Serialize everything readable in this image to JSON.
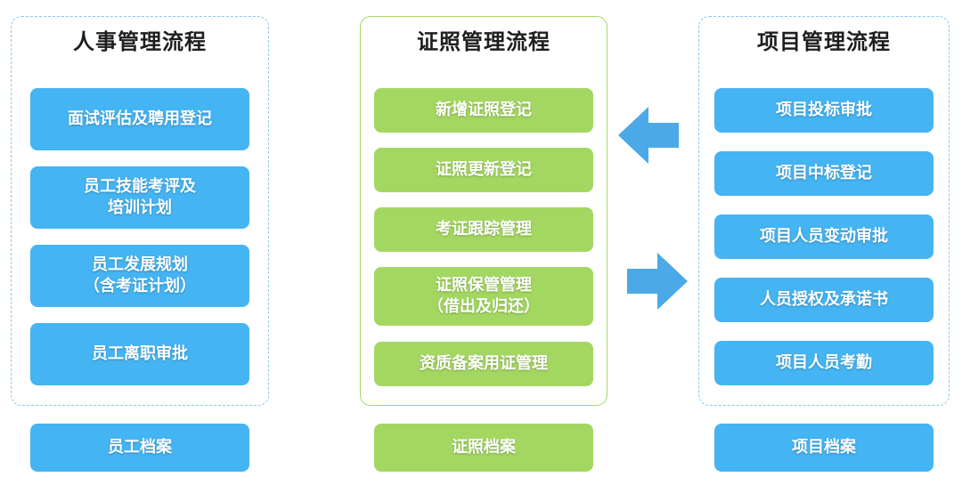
{
  "colors": {
    "blue": "#45b4f2",
    "green": "#a4d762",
    "blue_border": "#8cc8ee",
    "green_border": "#a8d86a",
    "arrow": "#4aa9e6"
  },
  "hr": {
    "title": "人事管理流程",
    "steps": [
      "面试评估及聘用登记",
      "员工技能考评及\n培训计划",
      "员工发展规划\n（含考证计划）",
      "员工离职审批"
    ],
    "archive": "员工档案"
  },
  "cert": {
    "title": "证照管理流程",
    "steps": [
      "新增证照登记",
      "证照更新登记",
      "考证跟踪管理",
      "证照保管管理\n（借出及归还）",
      "资质备案用证管理"
    ],
    "archive": "证照档案"
  },
  "project": {
    "title": "项目管理流程",
    "steps": [
      "项目投标审批",
      "项目中标登记",
      "项目人员变动审批",
      "人员授权及承诺书",
      "项目人员考勤"
    ],
    "archive": "项目档案"
  },
  "arrows": [
    {
      "name": "arrow-left-icon",
      "direction": "left"
    },
    {
      "name": "arrow-right-icon",
      "direction": "right"
    }
  ]
}
